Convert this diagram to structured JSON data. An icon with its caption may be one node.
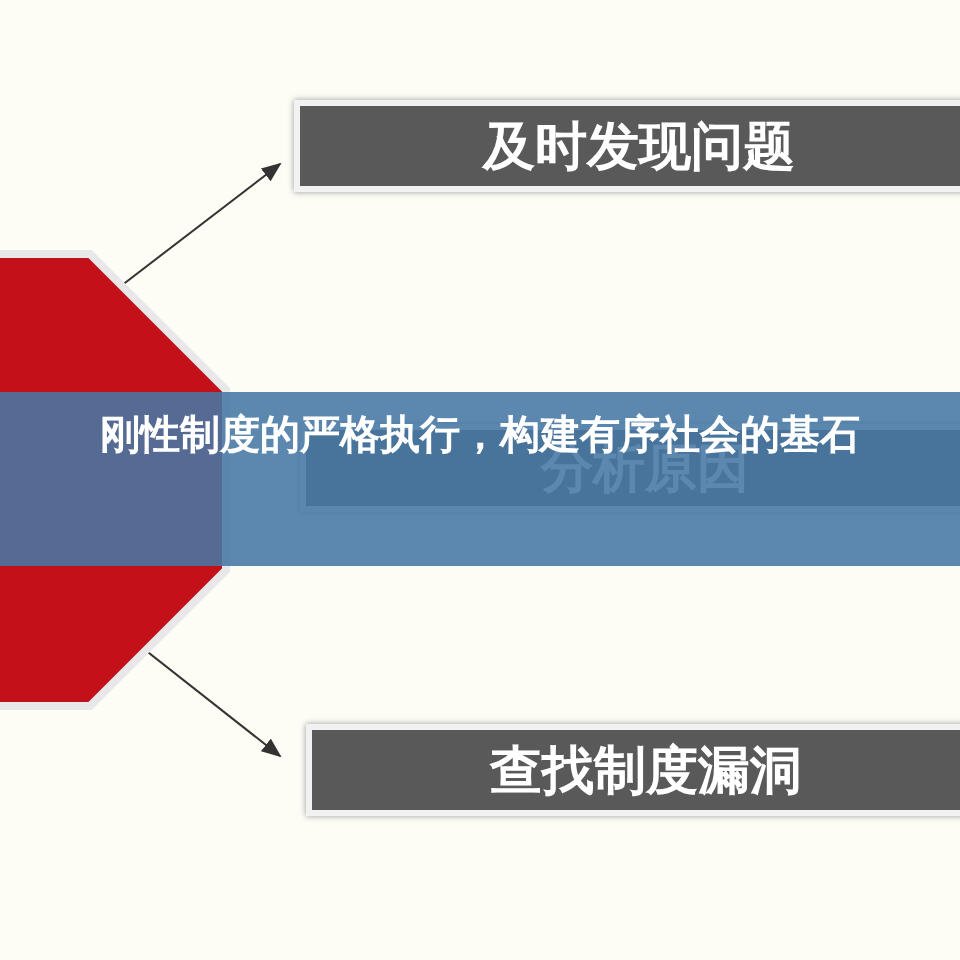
{
  "diagram": {
    "title": "刚性制度的严格执行，构建有序社会的基石",
    "nodes": [
      {
        "text": [],
        "shape": "octagon"
      },
      {
        "text": [
          "及时发现问题"
        ]
      },
      {
        "text": [
          "分析原因"
        ]
      },
      {
        "text": [
          "查找制度漏洞"
        ]
      }
    ],
    "edges": [
      {
        "from": 0,
        "to": 1,
        "arrow": "to"
      },
      {
        "from": 0,
        "to": 3,
        "arrow": "to"
      }
    ]
  }
}
